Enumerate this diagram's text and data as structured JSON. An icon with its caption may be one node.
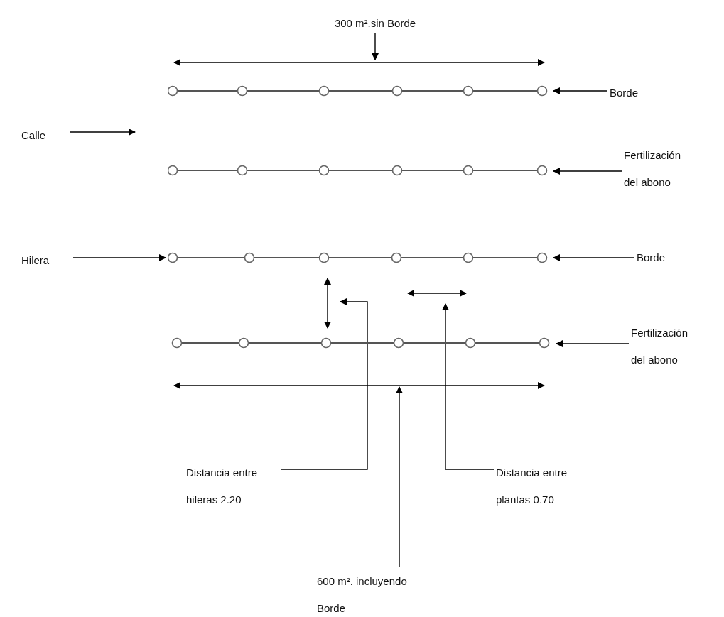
{
  "diagram": {
    "nodes": [
      {
        "text": [
          "300 m².sin Borde"
        ]
      },
      {
        "text": [],
        "shape": "bar"
      },
      {
        "text": [
          "Borde"
        ]
      },
      {
        "text": [
          "Calle"
        ]
      },
      {
        "text": [],
        "shape": "bar"
      },
      {
        "text": [
          "Fertilización del abono"
        ]
      },
      {
        "text": [
          "Hilera"
        ]
      },
      {
        "text": [],
        "shape": "bar"
      },
      {
        "text": [
          "Borde"
        ]
      },
      {
        "text": [],
        "shape": "bar"
      },
      {
        "text": [
          "Fertilización del abono"
        ]
      },
      {
        "text": [
          "Distancia entre hileras 2.20"
        ]
      },
      {
        "text": [
          "Distancia entre plantas 0.70"
        ]
      },
      {
        "text": [
          "600 m². incluyendo Borde"
        ]
      }
    ],
    "edges": [
      {
        "from": 0,
        "to": null,
        "arrow": "to"
      },
      {
        "from": 2,
        "to": 1,
        "arrow": "to"
      },
      {
        "from": 3,
        "to": null,
        "arrow": "to"
      },
      {
        "from": 5,
        "to": 4,
        "arrow": "to"
      },
      {
        "from": 6,
        "to": 7,
        "arrow": "to"
      },
      {
        "from": 8,
        "to": 7,
        "arrow": "to"
      },
      {
        "from": 10,
        "to": 9,
        "arrow": "to"
      },
      {
        "from": 11,
        "to": null,
        "arrow": "to"
      },
      {
        "from": 12,
        "to": null,
        "arrow": "to"
      },
      {
        "from": 13,
        "to": null,
        "arrow": "to"
      }
    ]
  }
}
